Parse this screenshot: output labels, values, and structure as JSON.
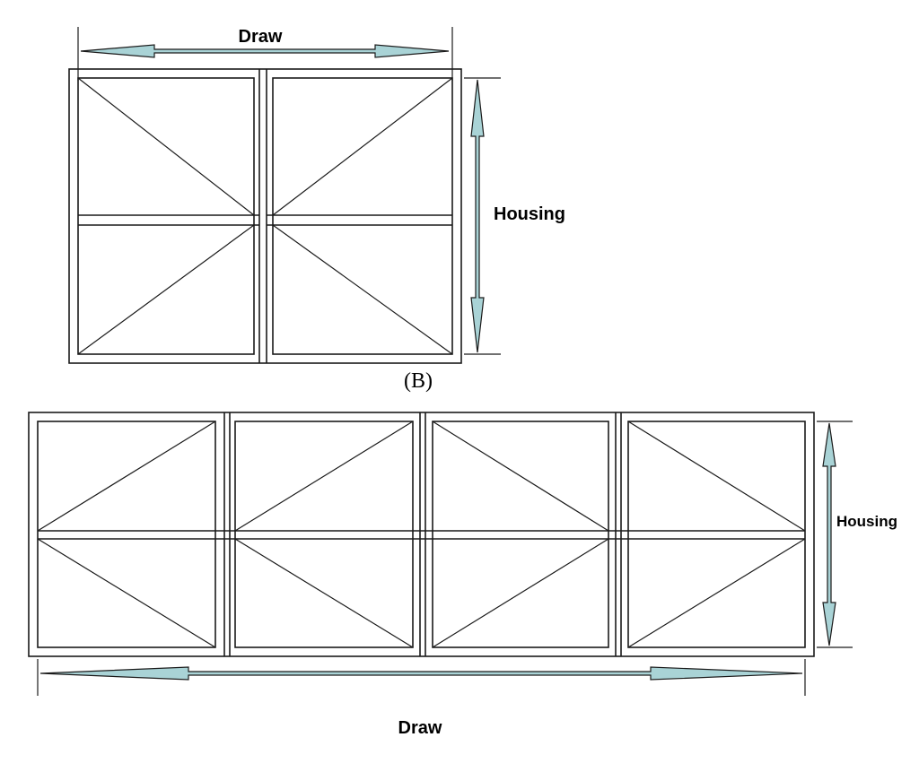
{
  "diagram": {
    "top_figure": {
      "dimension_top": "Draw",
      "dimension_right": "Housing"
    },
    "figure_label": "(B)",
    "bottom_figure": {
      "dimension_right": "Housing",
      "dimension_bottom": "Draw"
    },
    "arrow_fill": "#a9d3d6",
    "line_color": "#1a1a1a"
  }
}
